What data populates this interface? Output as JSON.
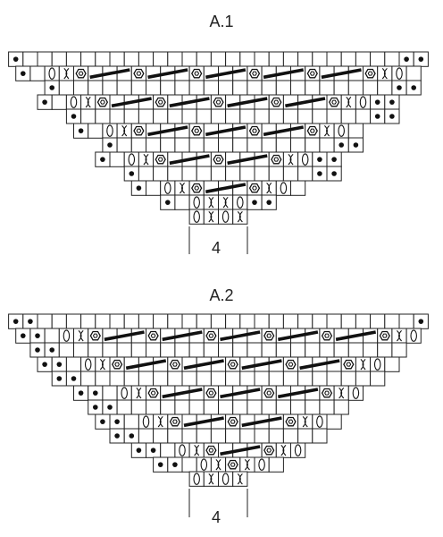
{
  "legend": {
    "dot": "purl-dot-icon",
    "yo": "yarn-over-icon",
    "twist": "twisted-knit-icon",
    "hex": "hexagon-stitch-icon",
    "cable": "slanted-bar-icon",
    "empty": "knit-stitch"
  },
  "charts": [
    {
      "id": "A1",
      "title": "A.1",
      "repeat_label": "4",
      "rows": [
        [
          "dot",
          "e",
          "e",
          "e",
          "e",
          "e",
          "e",
          "e",
          "e",
          "e",
          "e",
          "e",
          "e",
          "e",
          "e",
          "e",
          "e",
          "e",
          "e",
          "e",
          "e",
          "e",
          "e",
          "e",
          "e",
          "e",
          "e",
          "dot",
          "dot"
        ],
        [
          "dot",
          "e",
          "yo",
          "twist",
          "hex",
          "cable",
          "cable",
          "cable",
          "hex",
          "cable",
          "cable",
          "cable",
          "hex",
          "cable",
          "cable",
          "cable",
          "hex",
          "cable",
          "cable",
          "cable",
          "hex",
          "cable",
          "cable",
          "cable",
          "hex",
          "twist",
          "yo",
          "e"
        ],
        [
          "dot",
          "e",
          "yo",
          "twist",
          "hex",
          "cable",
          "cable",
          "cable",
          "hex",
          "cable",
          "cable",
          "cable",
          "hex",
          "cable",
          "cable",
          "cable",
          "hex",
          "cable",
          "cable",
          "cable",
          "hex",
          "twist",
          "yo",
          "dot",
          "dot"
        ],
        [
          "dot",
          "e",
          "yo",
          "twist",
          "hex",
          "cable",
          "cable",
          "cable",
          "hex",
          "cable",
          "cable",
          "cable",
          "hex",
          "cable",
          "cable",
          "cable",
          "hex",
          "twist",
          "yo",
          "e"
        ],
        [
          "dot",
          "e",
          "yo",
          "twist",
          "hex",
          "cable",
          "cable",
          "cable",
          "hex",
          "cable",
          "cable",
          "cable",
          "hex",
          "twist",
          "yo",
          "dot",
          "dot"
        ],
        [
          "dot",
          "e",
          "yo",
          "twist",
          "hex",
          "cable",
          "cable",
          "cable",
          "hex",
          "twist",
          "yo",
          "e"
        ],
        [
          "dot",
          "e",
          "yo",
          "twist",
          "twist",
          "yo",
          "dot",
          "dot"
        ],
        [
          "yo",
          "twist",
          "yo",
          "twist"
        ]
      ]
    },
    {
      "id": "A2",
      "title": "A.2",
      "repeat_label": "4",
      "rows": [
        [
          "dot",
          "dot",
          "e",
          "e",
          "e",
          "e",
          "e",
          "e",
          "e",
          "e",
          "e",
          "e",
          "e",
          "e",
          "e",
          "e",
          "e",
          "e",
          "e",
          "e",
          "e",
          "e",
          "e",
          "e",
          "e",
          "e",
          "e",
          "e",
          "dot"
        ],
        [
          "dot",
          "dot",
          "e",
          "yo",
          "twist",
          "hex",
          "cable",
          "cable",
          "cable",
          "hex",
          "cable",
          "cable",
          "cable",
          "hex",
          "cable",
          "cable",
          "cable",
          "hex",
          "cable",
          "cable",
          "cable",
          "hex",
          "cable",
          "cable",
          "cable",
          "hex",
          "twist",
          "yo"
        ],
        [
          "dot",
          "dot",
          "e",
          "yo",
          "twist",
          "hex",
          "cable",
          "cable",
          "cable",
          "hex",
          "cable",
          "cable",
          "cable",
          "hex",
          "cable",
          "cable",
          "cable",
          "hex",
          "cable",
          "cable",
          "cable",
          "hex",
          "twist",
          "yo",
          "e"
        ],
        [
          "dot",
          "dot",
          "e",
          "yo",
          "twist",
          "hex",
          "cable",
          "cable",
          "cable",
          "hex",
          "cable",
          "cable",
          "cable",
          "hex",
          "cable",
          "cable",
          "cable",
          "hex",
          "twist",
          "yo"
        ],
        [
          "dot",
          "dot",
          "e",
          "yo",
          "twist",
          "hex",
          "cable",
          "cable",
          "cable",
          "hex",
          "cable",
          "cable",
          "cable",
          "hex",
          "twist",
          "yo",
          "e"
        ],
        [
          "dot",
          "dot",
          "e",
          "yo",
          "twist",
          "hex",
          "cable",
          "cable",
          "cable",
          "hex",
          "twist",
          "yo"
        ],
        [
          "dot",
          "dot",
          "e",
          "yo",
          "twist",
          "hex",
          "twist",
          "yo",
          "e"
        ],
        [
          "yo",
          "twist",
          "yo",
          "twist"
        ]
      ]
    }
  ]
}
